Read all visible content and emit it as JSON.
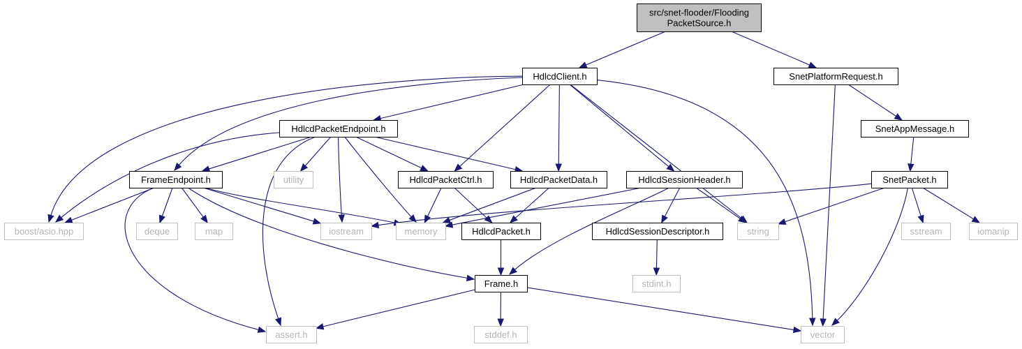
{
  "diagram": {
    "colors": {
      "edge": "#191970",
      "main_fill": "#bfbfbf",
      "system_border": "#bfbfbf",
      "system_text": "#b4b4b4"
    },
    "nodes": [
      {
        "id": "root",
        "lines": [
          "src/snet-flooder/Flooding",
          "PacketSource.h"
        ],
        "kind": "main"
      },
      {
        "id": "hdlcdclient",
        "lines": [
          "HdlcdClient.h"
        ],
        "kind": "local"
      },
      {
        "id": "snetplatformrequest",
        "lines": [
          "SnetPlatformRequest.h"
        ],
        "kind": "local"
      },
      {
        "id": "hdlcdpacketendpoint",
        "lines": [
          "HdlcdPacketEndpoint.h"
        ],
        "kind": "local"
      },
      {
        "id": "snetappmessage",
        "lines": [
          "SnetAppMessage.h"
        ],
        "kind": "local"
      },
      {
        "id": "utility",
        "lines": [
          "utility"
        ],
        "kind": "system"
      },
      {
        "id": "frameendpoint",
        "lines": [
          "FrameEndpoint.h"
        ],
        "kind": "local"
      },
      {
        "id": "hdlcdpacketctrl",
        "lines": [
          "HdlcdPacketCtrl.h"
        ],
        "kind": "local"
      },
      {
        "id": "hdlcdpacketdata",
        "lines": [
          "HdlcdPacketData.h"
        ],
        "kind": "local"
      },
      {
        "id": "hdlcdsessionheader",
        "lines": [
          "HdlcdSessionHeader.h"
        ],
        "kind": "local"
      },
      {
        "id": "snetpacket",
        "lines": [
          "SnetPacket.h"
        ],
        "kind": "local"
      },
      {
        "id": "boostasio",
        "lines": [
          "boost/asio.hpp"
        ],
        "kind": "system"
      },
      {
        "id": "deque",
        "lines": [
          "deque"
        ],
        "kind": "system"
      },
      {
        "id": "map",
        "lines": [
          "map"
        ],
        "kind": "system"
      },
      {
        "id": "iostream",
        "lines": [
          "iostream"
        ],
        "kind": "system"
      },
      {
        "id": "memory",
        "lines": [
          "memory"
        ],
        "kind": "system"
      },
      {
        "id": "hdlcdpacket",
        "lines": [
          "HdlcdPacket.h"
        ],
        "kind": "local"
      },
      {
        "id": "hdlcdsessiondescriptor",
        "lines": [
          "HdlcdSessionDescriptor.h"
        ],
        "kind": "local"
      },
      {
        "id": "string",
        "lines": [
          "string"
        ],
        "kind": "system"
      },
      {
        "id": "sstream",
        "lines": [
          "sstream"
        ],
        "kind": "system"
      },
      {
        "id": "iomanip",
        "lines": [
          "iomanip"
        ],
        "kind": "system"
      },
      {
        "id": "frame",
        "lines": [
          "Frame.h"
        ],
        "kind": "local"
      },
      {
        "id": "stdint",
        "lines": [
          "stdint.h"
        ],
        "kind": "system"
      },
      {
        "id": "assert",
        "lines": [
          "assert.h"
        ],
        "kind": "system"
      },
      {
        "id": "stddef",
        "lines": [
          "stddef.h"
        ],
        "kind": "system"
      },
      {
        "id": "vector",
        "lines": [
          "vector"
        ],
        "kind": "system"
      }
    ],
    "edges": [
      {
        "from": "root",
        "to": "hdlcdclient"
      },
      {
        "from": "root",
        "to": "snetplatformrequest"
      },
      {
        "from": "hdlcdclient",
        "to": "hdlcdpacketendpoint"
      },
      {
        "from": "hdlcdclient",
        "to": "frameendpoint"
      },
      {
        "from": "hdlcdclient",
        "to": "boostasio"
      },
      {
        "from": "hdlcdclient",
        "to": "hdlcdpacketctrl"
      },
      {
        "from": "hdlcdclient",
        "to": "hdlcdpacketdata"
      },
      {
        "from": "hdlcdclient",
        "to": "hdlcdsessionheader"
      },
      {
        "from": "hdlcdclient",
        "to": "string"
      },
      {
        "from": "hdlcdclient",
        "to": "vector"
      },
      {
        "from": "snetplatformrequest",
        "to": "snetappmessage"
      },
      {
        "from": "snetplatformrequest",
        "to": "vector"
      },
      {
        "from": "snetappmessage",
        "to": "snetpacket"
      },
      {
        "from": "hdlcdpacketendpoint",
        "to": "boostasio"
      },
      {
        "from": "hdlcdpacketendpoint",
        "to": "frameendpoint"
      },
      {
        "from": "hdlcdpacketendpoint",
        "to": "utility"
      },
      {
        "from": "hdlcdpacketendpoint",
        "to": "assert"
      },
      {
        "from": "hdlcdpacketendpoint",
        "to": "iostream"
      },
      {
        "from": "hdlcdpacketendpoint",
        "to": "memory"
      },
      {
        "from": "hdlcdpacketendpoint",
        "to": "hdlcdpacketctrl"
      },
      {
        "from": "hdlcdpacketendpoint",
        "to": "hdlcdpacketdata"
      },
      {
        "from": "frameendpoint",
        "to": "boostasio"
      },
      {
        "from": "frameendpoint",
        "to": "deque"
      },
      {
        "from": "frameendpoint",
        "to": "map"
      },
      {
        "from": "frameendpoint",
        "to": "iostream"
      },
      {
        "from": "frameendpoint",
        "to": "memory"
      },
      {
        "from": "frameendpoint",
        "to": "frame"
      },
      {
        "from": "frameendpoint",
        "to": "assert"
      },
      {
        "from": "hdlcdpacketctrl",
        "to": "memory"
      },
      {
        "from": "hdlcdpacketctrl",
        "to": "hdlcdpacket"
      },
      {
        "from": "hdlcdpacketdata",
        "to": "memory"
      },
      {
        "from": "hdlcdpacketdata",
        "to": "hdlcdpacket"
      },
      {
        "from": "hdlcdsessionheader",
        "to": "memory"
      },
      {
        "from": "hdlcdsessionheader",
        "to": "frame"
      },
      {
        "from": "hdlcdsessionheader",
        "to": "hdlcdsessiondescriptor"
      },
      {
        "from": "hdlcdsessionheader",
        "to": "string"
      },
      {
        "from": "snetpacket",
        "to": "iostream"
      },
      {
        "from": "snetpacket",
        "to": "string"
      },
      {
        "from": "snetpacket",
        "to": "sstream"
      },
      {
        "from": "snetpacket",
        "to": "iomanip"
      },
      {
        "from": "snetpacket",
        "to": "vector"
      },
      {
        "from": "hdlcdpacket",
        "to": "frame"
      },
      {
        "from": "hdlcdsessiondescriptor",
        "to": "stdint"
      },
      {
        "from": "frame",
        "to": "assert"
      },
      {
        "from": "frame",
        "to": "stddef"
      },
      {
        "from": "frame",
        "to": "vector"
      }
    ]
  }
}
